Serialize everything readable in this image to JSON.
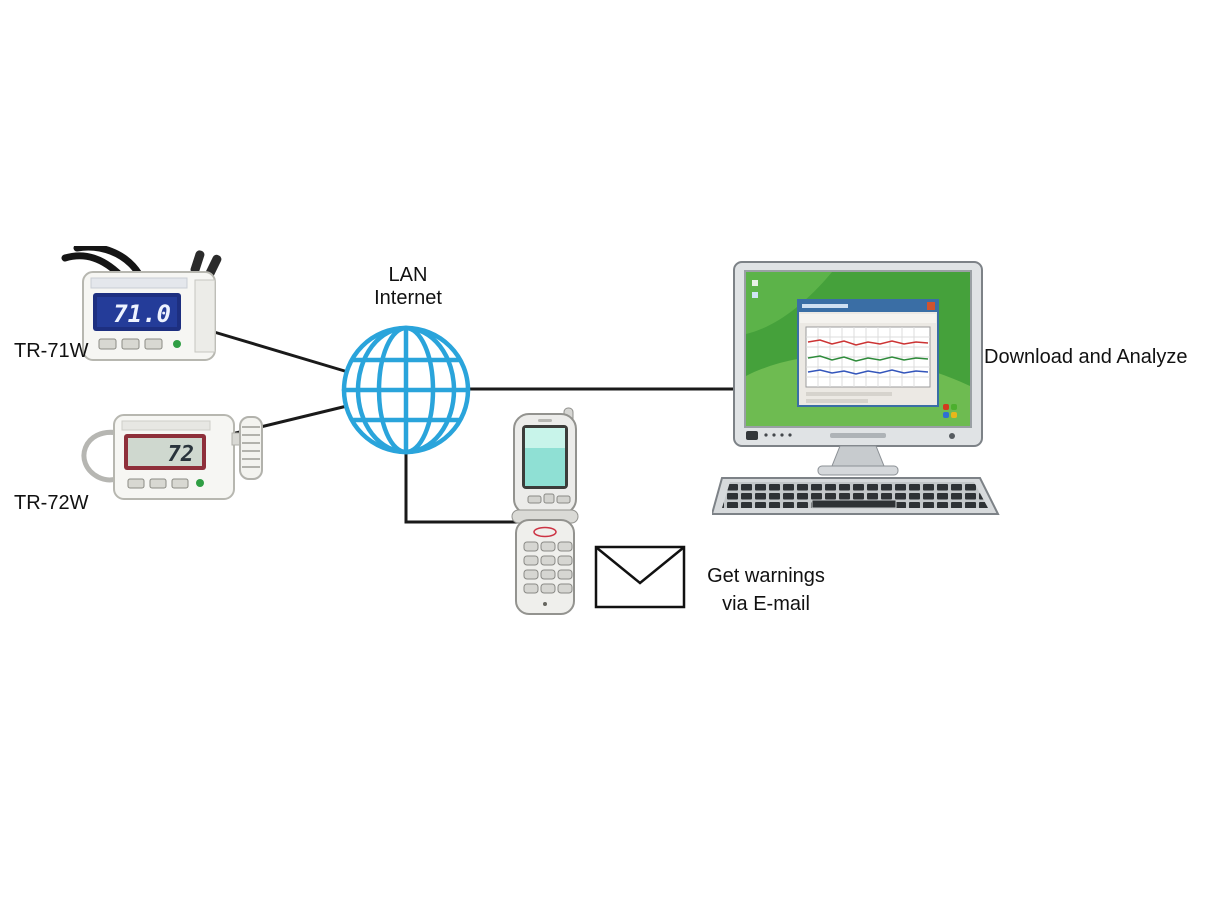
{
  "diagram": {
    "labels": {
      "device1": "TR-71W",
      "device2": "TR-72W",
      "network_line1": "LAN",
      "network_line2": "Internet",
      "computer": "Download and Analyze",
      "email_line1": "Get warnings",
      "email_line2": "via E-mail"
    },
    "devices": {
      "tr71w_display": "71.0",
      "tr72w_display": "72"
    },
    "icons": {
      "globe": "globe-icon",
      "envelope": "envelope-icon"
    },
    "colors": {
      "globe_blue": "#2aa4db",
      "connector_black": "#1a1a1a",
      "lcd_navy": "#1d2f80",
      "lcd_maroon": "#8e2f3a",
      "desktop_green": "#45a13b",
      "phone_screen_cyan": "#8fe0d4",
      "background": "#ffffff"
    }
  }
}
